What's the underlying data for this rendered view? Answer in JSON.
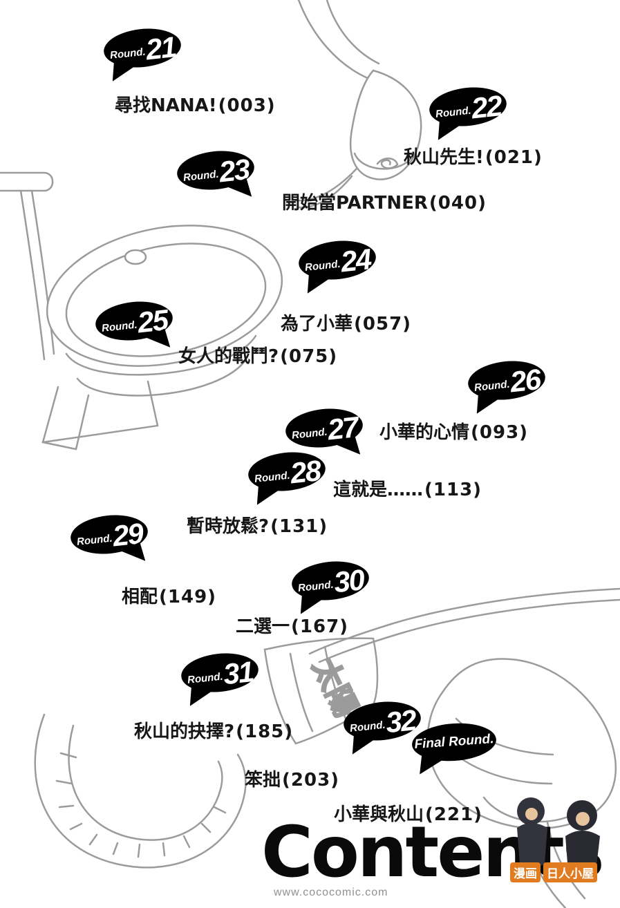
{
  "rounds": [
    {
      "prefix": "Round.",
      "number": "21",
      "title": "尋找NANA!",
      "page": "(003)"
    },
    {
      "prefix": "Round.",
      "number": "22",
      "title": "秋山先生!",
      "page": "(021)"
    },
    {
      "prefix": "Round.",
      "number": "23",
      "title": "開始當PARTNER",
      "page": "(040)"
    },
    {
      "prefix": "Round.",
      "number": "24",
      "title": "為了小華",
      "page": "(057)"
    },
    {
      "prefix": "Round.",
      "number": "25",
      "title": "女人的戰鬥?",
      "page": "(075)"
    },
    {
      "prefix": "Round.",
      "number": "26",
      "title": "小華的心情",
      "page": "(093)"
    },
    {
      "prefix": "Round.",
      "number": "27",
      "title": "這就是……",
      "page": "(113)"
    },
    {
      "prefix": "Round.",
      "number": "28",
      "title": "暫時放鬆?",
      "page": "(131)"
    },
    {
      "prefix": "Round.",
      "number": "29",
      "title": "相配",
      "page": "(149)"
    },
    {
      "prefix": "Round.",
      "number": "30",
      "title": "二選一",
      "page": "(167)"
    },
    {
      "prefix": "Round.",
      "number": "31",
      "title": "秋山的抉擇?",
      "page": "(185)"
    },
    {
      "prefix": "Round.",
      "number": "32",
      "title": "笨拙",
      "page": "(203)"
    },
    {
      "prefix": "Final Round.",
      "number": "",
      "title": "小華與秋山",
      "page": "(221)"
    }
  ],
  "footer": {
    "contents_title": "Contents",
    "url": "www.cococomic.com"
  },
  "background": {
    "banner_text": "太陽",
    "decor": [
      "boxing-headgear",
      "weigh-scale",
      "mouthguard",
      "boxing-glove",
      "rope"
    ]
  },
  "watermark": {
    "label1": "漫画",
    "label2": "日人小屋"
  },
  "colors": {
    "bubble": "#000000",
    "title_text": "#161616",
    "line_art": "#9b9b9b",
    "watermark_orange": "#e07b20"
  }
}
